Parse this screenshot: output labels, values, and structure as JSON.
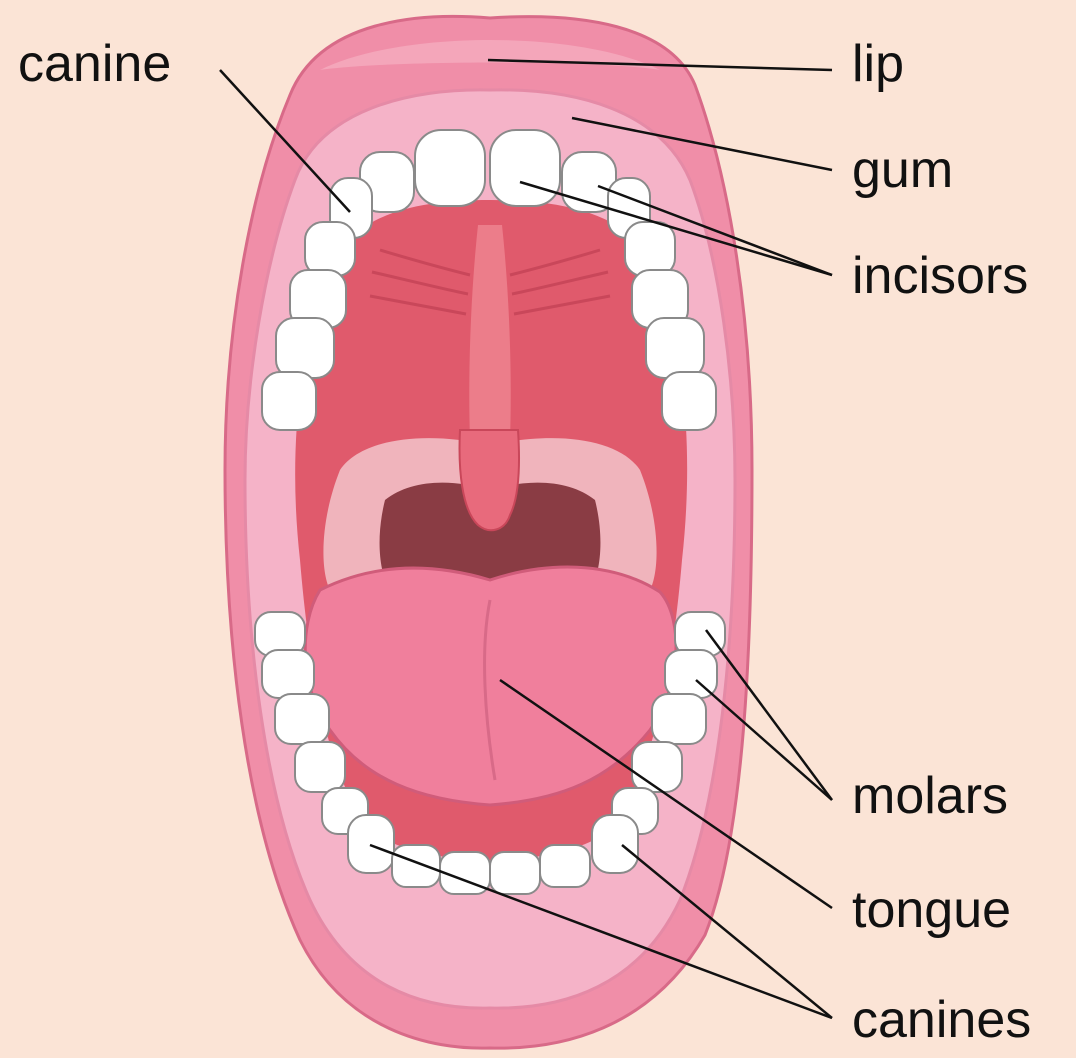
{
  "labels": {
    "canine": "canine",
    "lip": "lip",
    "gum": "gum",
    "incisors": "incisors",
    "molars": "molars",
    "tongue": "tongue",
    "canines": "canines"
  },
  "colors": {
    "background": "#fbe4d6",
    "lip": "#f08ea8",
    "gum": "#f5b3c8",
    "palate": "#e05a6c",
    "throat": "#8a3c44",
    "tongue": "#f07f9c",
    "tooth": "#ffffff",
    "leader_line": "#111111"
  }
}
